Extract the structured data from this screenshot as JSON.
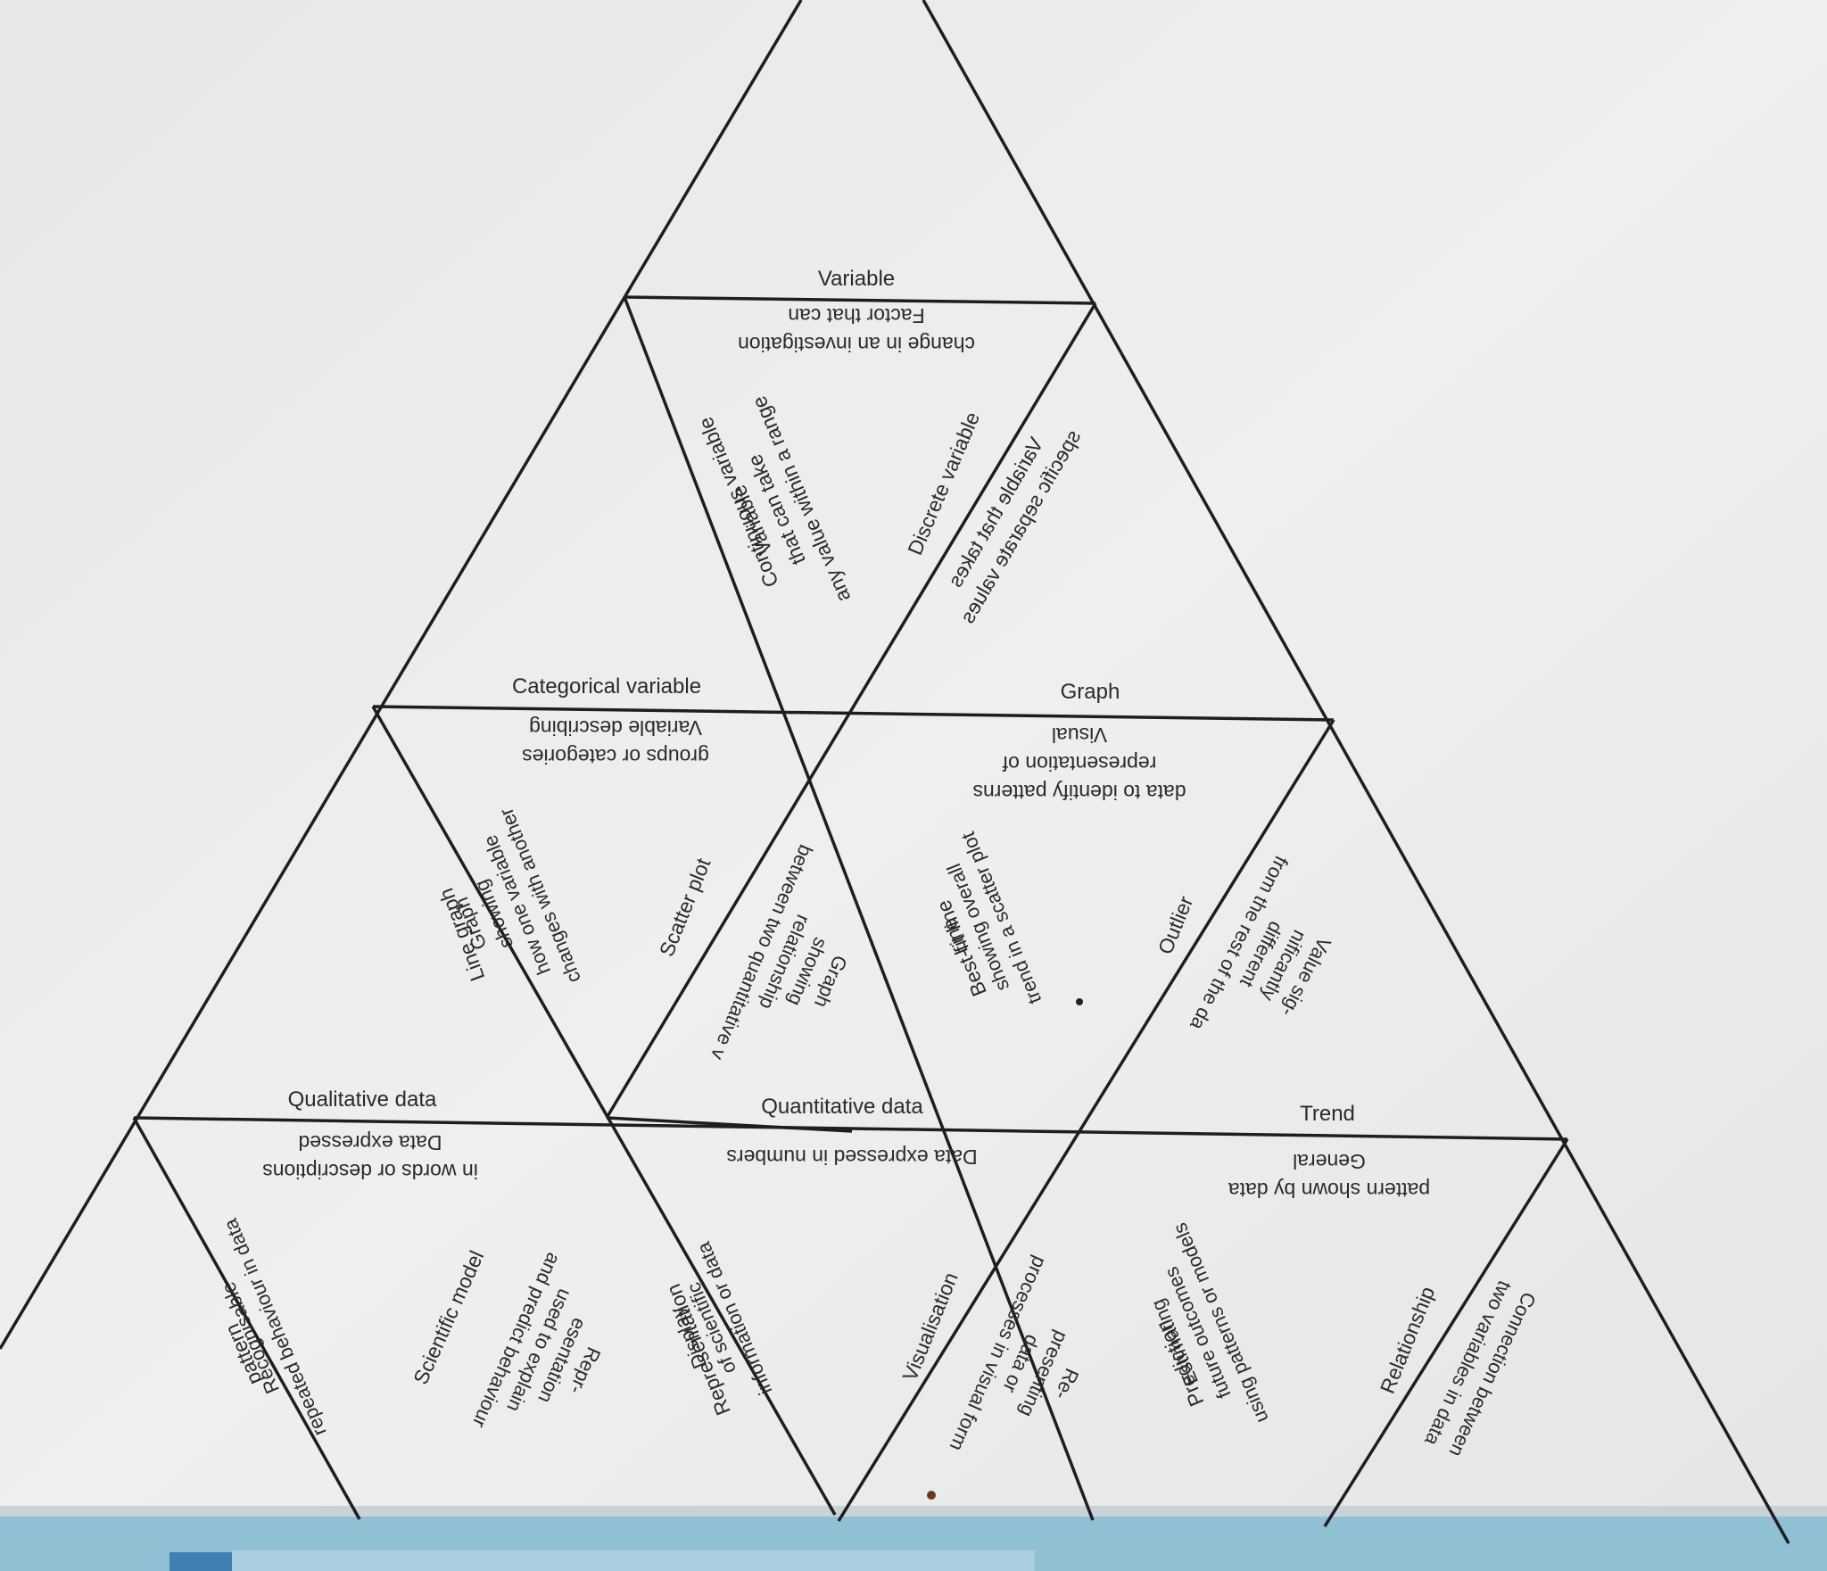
{
  "tiles": {
    "t1": {
      "term": "Variable",
      "definition": [
        "Factor that can",
        "change in an investigation"
      ]
    },
    "t2": {
      "term_left": "Continuous variable",
      "definition_left": [
        "Variable",
        "that can take",
        "any value within a range"
      ],
      "term_right": "Discrete variable",
      "definition_right": [
        "Variable that takes",
        "specific separate values"
      ]
    },
    "t3": {
      "term_left": "Categorical variable",
      "definition_left": [
        "Variable describing",
        "groups or categories"
      ],
      "term_right": "Graph",
      "definition_right": [
        "Visual",
        "representation of",
        "data to identify patterns"
      ]
    },
    "t4": {
      "term": "Line graph",
      "definition": [
        "Graph",
        "showing",
        "how one variable",
        "changes with another"
      ]
    },
    "t5": {
      "term": "Scatter plot",
      "definition": [
        "Graph",
        "showing",
        "relationship",
        "between two quantitative v"
      ]
    },
    "t6": {
      "term": "Best-fit line",
      "definition": [
        "Line",
        "showing overall",
        "trend in a scatter plot"
      ]
    },
    "t7": {
      "term": "Outlier",
      "definition": [
        "Value sig-",
        "nificantly",
        "different",
        "from the rest of the da"
      ]
    },
    "t8": {
      "term_left": "Qualitative data",
      "definition_left": [
        "Data expressed",
        "in words or descriptions"
      ],
      "term_mid": "Quantitative data",
      "definition_mid": [
        "Data expressed in numbers"
      ],
      "term_right": "Trend",
      "definition_right": [
        "General",
        "pattern shown by data"
      ]
    },
    "t9": {
      "term": "Scientific model",
      "definition": [
        "Repr-",
        "esentation",
        "used to explain",
        "and predict behaviour"
      ]
    },
    "t10": {
      "term": "Representation",
      "definition": [
        "Display",
        "of scientific",
        "information or data"
      ]
    },
    "t11": {
      "term": "Visualisation",
      "definition": [
        "Re-",
        "presenting",
        "data or",
        "processes in visual form"
      ]
    },
    "t12": {
      "term": "Prediction",
      "definition": [
        "Estimating",
        "future outcomes",
        "using patterns or models"
      ]
    },
    "t13": {
      "term": "Relationship",
      "definition": [
        "Connection between",
        "two variables in data"
      ]
    },
    "t14": {
      "term": "pattern",
      "definition": [
        "Recognisable",
        "repeated behaviour in data"
      ]
    }
  },
  "colors": {
    "paper": "#f1f2f1",
    "ink": "#1e1e1e",
    "screen_edge": "#7fb4cc"
  }
}
